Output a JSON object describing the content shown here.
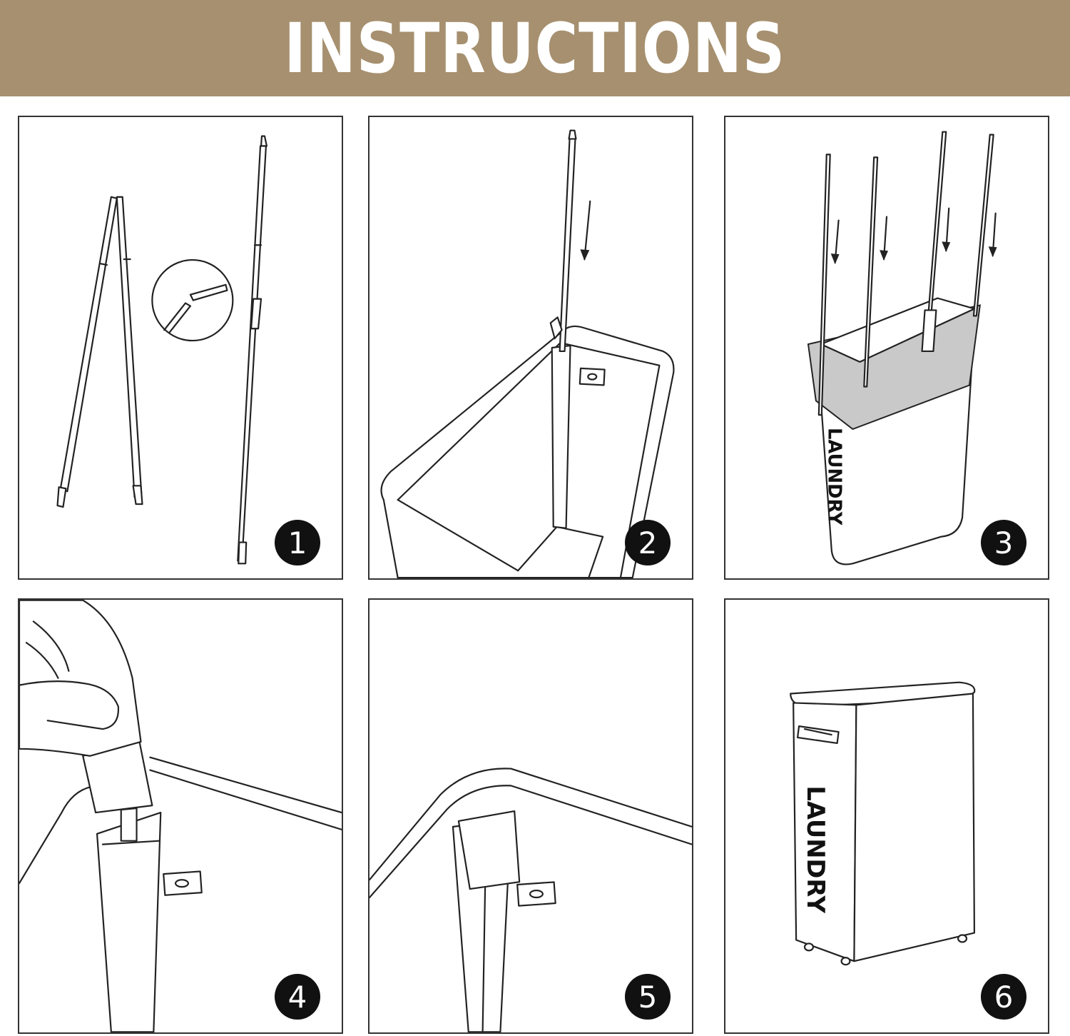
{
  "banner": {
    "title": "INSTRUCTIONS",
    "color": "#a6906f"
  },
  "steps": [
    {
      "number": "1"
    },
    {
      "number": "2"
    },
    {
      "number": "3",
      "label": "LAUNDRY"
    },
    {
      "number": "4"
    },
    {
      "number": "5"
    },
    {
      "number": "6",
      "label": "LAUNDRY"
    }
  ]
}
